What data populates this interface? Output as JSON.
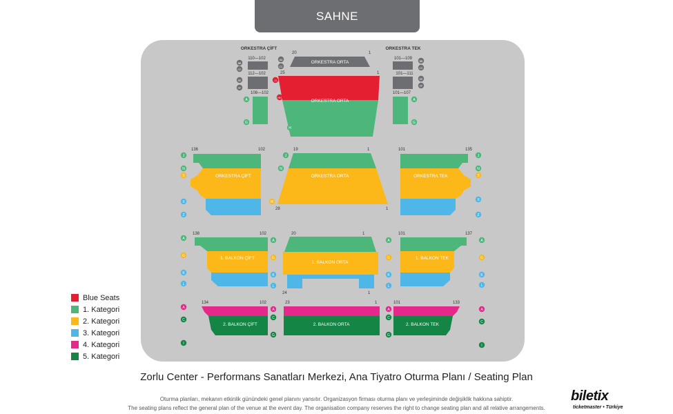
{
  "stage": {
    "label": "SAHNE"
  },
  "colors": {
    "blue_seats": "#e31f31",
    "kategori1": "#4db67a",
    "kategori2": "#fbb818",
    "kategori3": "#4fb7e8",
    "kategori4": "#e5298b",
    "kategori5": "#148545",
    "venue_bg": "#c8c8c8",
    "section_dark": "#6d6e71"
  },
  "legend": [
    {
      "label": "Blue Seats",
      "color": "#e31f31"
    },
    {
      "label": "1. Kategori",
      "color": "#4db67a"
    },
    {
      "label": "2. Kategori",
      "color": "#fbb818"
    },
    {
      "label": "3. Kategori",
      "color": "#4fb7e8"
    },
    {
      "label": "4. Kategori",
      "color": "#e5298b"
    },
    {
      "label": "5. Kategori",
      "color": "#148545"
    }
  ],
  "sections": {
    "orkestra_cift_small": "ORKESTRA ÇİFT",
    "orkestra_tek_small": "ORKESTRA TEK",
    "orkestra_orta_top": "ORKESTRA ORTA",
    "orkestra_orta_front": "ORKESTRA ORTA",
    "orkestra_cift": "ORKESTRA ÇİFT",
    "orkestra_orta": "ORKESTRA ORTA",
    "orkestra_tek": "ORKESTRA TEK",
    "balkon1_cift": "1. BALKON ÇİFT",
    "balkon1_orta": "1. BALKON ORTA",
    "balkon1_tek": "1. BALKON TEK",
    "balkon2_cift": "2. BALKON ÇİFT",
    "balkon2_orta": "2. BALKON ORTA",
    "balkon2_tek": "2. BALKON TEK"
  },
  "seat_numbers": {
    "top_orta_left": "20",
    "top_orta_right": "1",
    "l_110_102": "110—102",
    "l_112_102": "112—102",
    "l_108_102": "108—102",
    "r_101_109": "101—109",
    "r_101_111": "101—111",
    "r_101_107": "101—107",
    "front_orta_left": "25",
    "front_orta_right": "1",
    "ork_cift_left": "136",
    "ork_cift_right": "102",
    "ork_orta_left": "19",
    "ork_orta_right": "1",
    "ork_orta_bottom_left": "28",
    "ork_orta_bottom_right": "1",
    "ork_tek_left": "101",
    "ork_tek_right": "135",
    "b1_cift_left": "138",
    "b1_cift_right": "102",
    "b1_orta_left": "20",
    "b1_orta_right": "1",
    "b1_orta_bottom_left": "24",
    "b1_orta_bottom_right": "1",
    "b1_tek_left": "101",
    "b1_tek_right": "137",
    "b2_cift_left": "134",
    "b2_cift_right": "102",
    "b2_orta_left": "23",
    "b2_orta_right": "1",
    "b2_tek_left": "101",
    "b2_tek_right": "133"
  },
  "row_letters": {
    "small_left": [
      "BB",
      "CC",
      "EE",
      "FF"
    ],
    "small_right": [
      "BB",
      "CC",
      "EE",
      "FF"
    ],
    "center_top": [
      "AA",
      "CC"
    ],
    "front_left": [
      "JJ",
      "HH",
      "H"
    ],
    "small_side_left": [
      "A",
      "G"
    ],
    "small_side_right": [
      "A",
      "G"
    ],
    "ork_left": [
      "J",
      "N",
      "S",
      "X",
      "Z"
    ],
    "ork_right": [
      "J",
      "N",
      "S",
      "X",
      "Z"
    ],
    "ork_orta": [
      "J",
      "N",
      "W"
    ],
    "b1_outer_left": [
      "A",
      "G",
      "K",
      "L"
    ],
    "b1_inner_left": [
      "A",
      "G",
      "K",
      "L"
    ],
    "b1_inner_right": [
      "A",
      "G",
      "K",
      "L"
    ],
    "b1_outer_right": [
      "A",
      "G",
      "K",
      "L"
    ],
    "b2_outer_left": [
      "A",
      "C",
      "I"
    ],
    "b2_inner": [
      "A",
      "C",
      "G"
    ],
    "b2_outer_right": [
      "A",
      "C",
      "I"
    ]
  },
  "title": "Zorlu Center - Performans Sanatları Merkezi, Ana Tiyatro Oturma Planı / Seating Plan",
  "note_tr": "Oturma planları, mekanın etkinlik günündeki genel planını yansıtır. Organizasyon firması oturma planı ve yerleşiminde değişiklik hakkına sahiptir.",
  "note_en": "The seating plans reflect the general plan of the venue at the event day. The organisation company reserves the right to change seating plan and all relative arrangements.",
  "brand": {
    "name": "biletix",
    "sub": "ticketmaster • Türkiye"
  }
}
